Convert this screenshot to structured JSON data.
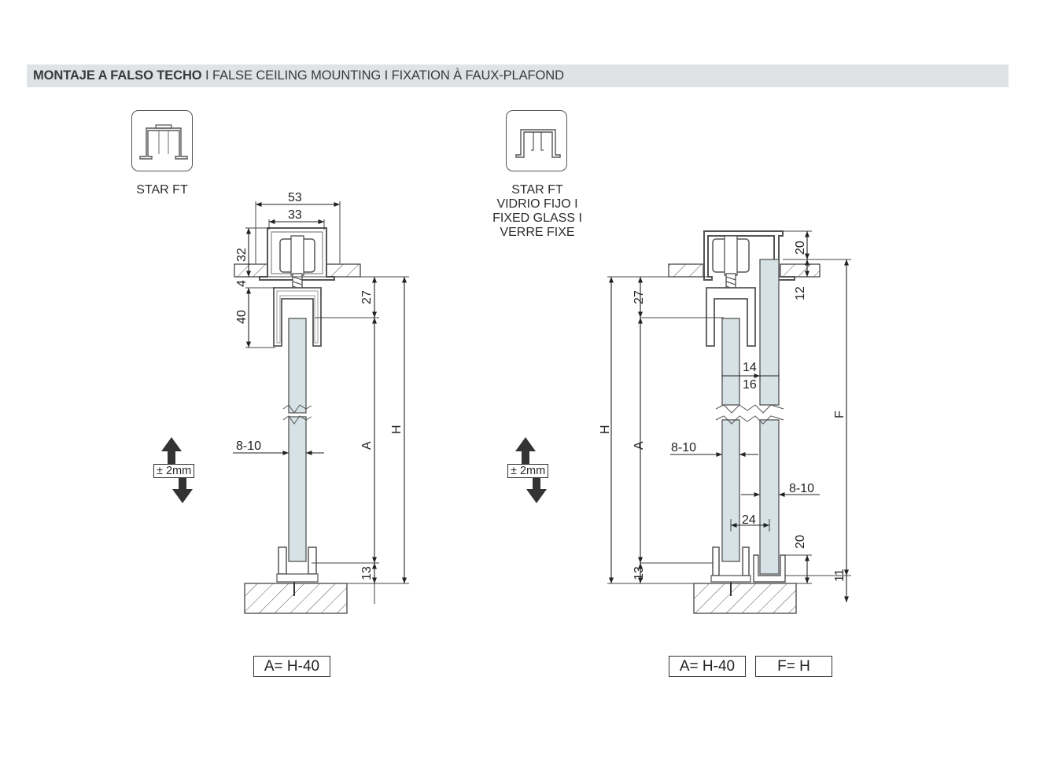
{
  "header": {
    "part1": "MONTAJE A FALSO TECHO",
    "sep1": "I",
    "part2": "FALSE CEILING  MOUNTING",
    "sep2": "I",
    "part3": "FIXATION À FAUX-PLAFOND"
  },
  "left": {
    "caption": "STAR FT",
    "adjust": "± 2mm",
    "formula": "A= H-40",
    "dims": {
      "w53": "53",
      "w33": "33",
      "h32": "32",
      "h4": "4",
      "h40": "40",
      "h27": "27",
      "gap": "8-10",
      "A": "A",
      "H": "H",
      "h13": "13"
    }
  },
  "right": {
    "caption_lines": [
      "STAR FT",
      "VIDRIO FIJO I",
      "FIXED GLASS I",
      "VERRE FIXE"
    ],
    "adjust": "± 2mm",
    "formula_a": "A= H-40",
    "formula_f": "F= H",
    "dims": {
      "h20top": "20",
      "h12": "12",
      "h27": "27",
      "w14": "14",
      "w16": "16",
      "H": "H",
      "A": "A",
      "F": "F",
      "gap1": "8-10",
      "gap2": "8-10",
      "w24": "24",
      "h20bot": "20",
      "h13": "13",
      "h11": "11"
    }
  },
  "colors": {
    "glass": "#d6e2e5",
    "profile": "#666666",
    "header_bg": "#dfe3e6"
  }
}
